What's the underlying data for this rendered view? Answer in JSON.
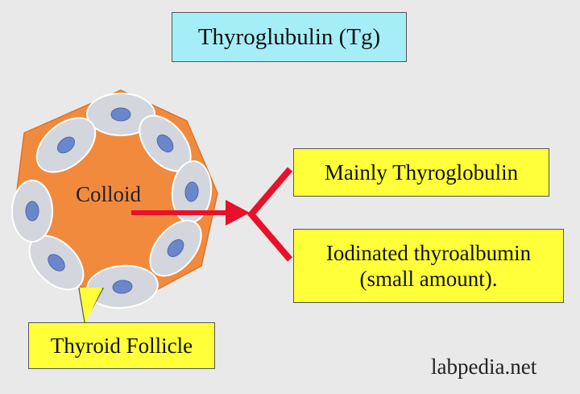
{
  "title": "Thyroglubulin (Tg)",
  "follicle": {
    "colloid_label": "Colloid",
    "name_label": "Thyroid Follicle"
  },
  "components": [
    {
      "line1": "Mainly Thyroglobulin"
    },
    {
      "line1": "Iodinated thyroalbumin",
      "line2": "(small amount)."
    }
  ],
  "watermark": "labpedia.net",
  "colors": {
    "background": "#e9e9e9",
    "title_box": "#a6eef7",
    "label_box": "#ffff3a",
    "colloid": "#f28a3e",
    "cell": "#d3d6dc",
    "nucleus": "#6a87cc",
    "arrow": "#e8102a"
  }
}
